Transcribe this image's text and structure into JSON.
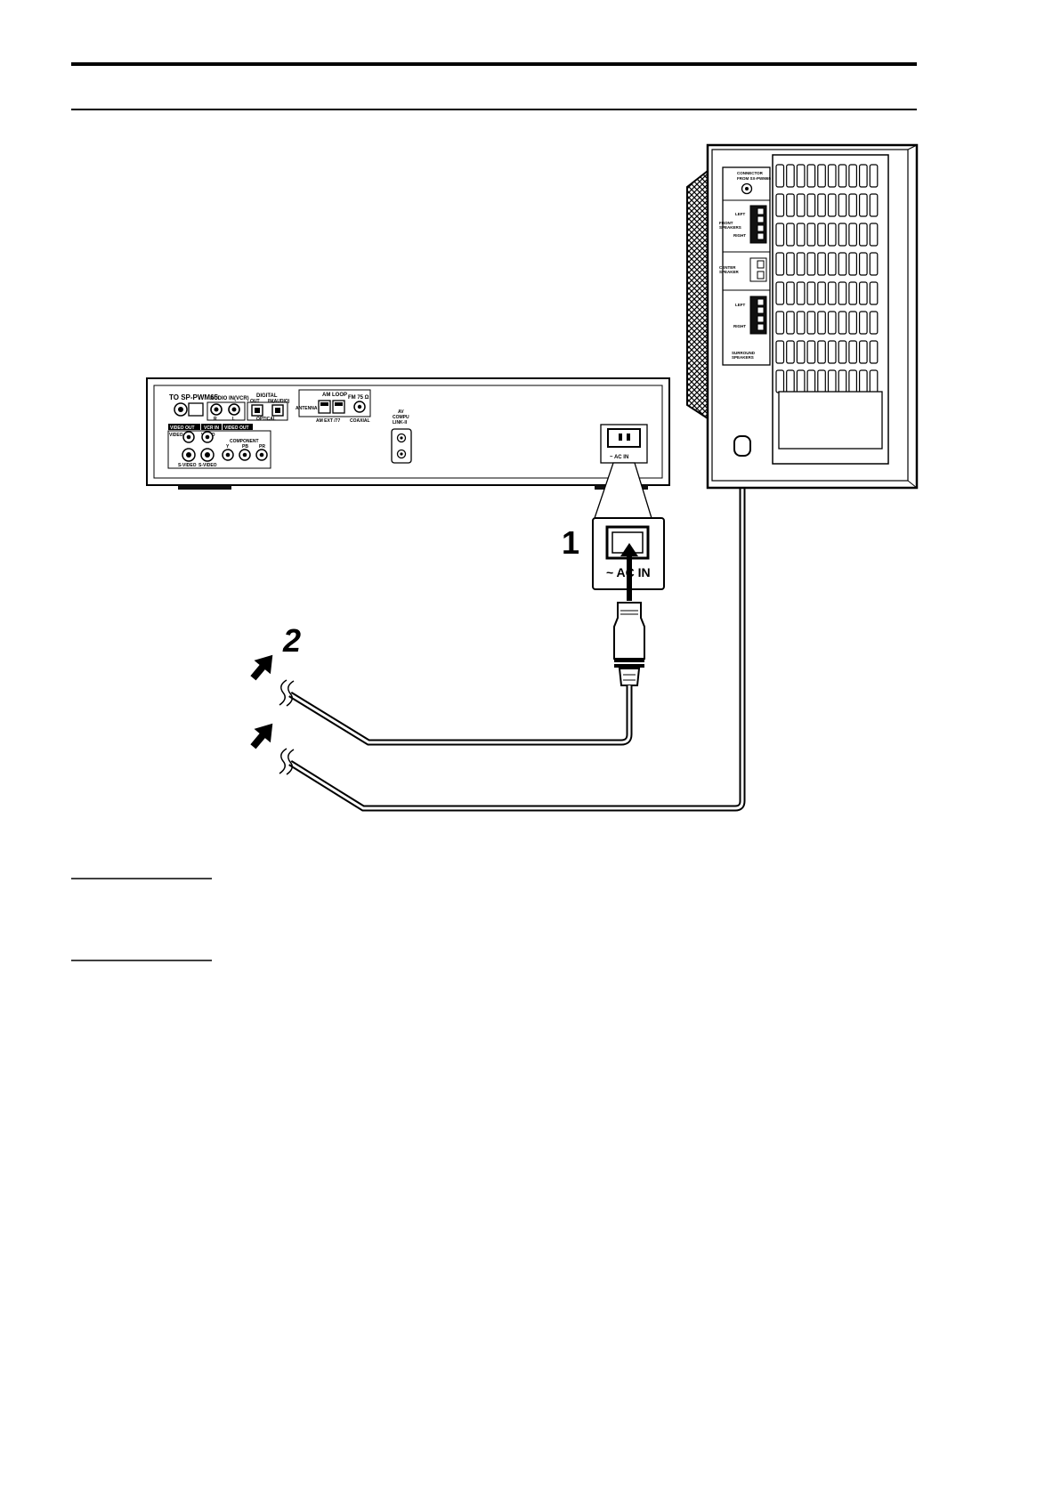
{
  "unit_labels": {
    "title": "TO SP-PWM65",
    "audio_in": "AUDIO IN(VCR)",
    "r": "R",
    "l": "L",
    "digital": "DIGITAL",
    "out": "OUT",
    "in_audio": "IN(AUDIO)",
    "optical": "OPTICAL",
    "am_loop": "AM LOOP",
    "fm75": "FM 75 Ω",
    "antenna": "ANTENNA",
    "am_ext": "AM EXT /77",
    "coaxial": "COAXIAL",
    "av_compu_1": "AV",
    "av_compu_2": "COMPU",
    "av_compu_3": "LINK-II",
    "video_out_a": "VIDEO OUT",
    "vcr_in": "VCR IN",
    "video_out_b": "VIDEO OUT",
    "video_a": "VIDEO",
    "video_b": "VIDEO",
    "component": "COMPONENT",
    "y": "Y",
    "pb": "PB",
    "pr": "PR",
    "svideo_a": "S-VIDEO",
    "svideo_b": "S-VIDEO",
    "ac_in": "~  AC IN"
  },
  "zoom": {
    "step_number": "1",
    "ac_in": "~   AC IN"
  },
  "step2": "2",
  "speaker_labels": {
    "connector_1": "CONNECTOR",
    "connector_2": "FROM SX-PWM65",
    "left_a": "LEFT",
    "front_1": "FRONT",
    "front_2": "SPEAKERS",
    "right_a": "RIGHT",
    "center_1": "CENTER",
    "center_2": "SPEAKER",
    "left_b": "LEFT",
    "right_b": "RIGHT",
    "surround_1": "SURROUND",
    "surround_2": "SPEAKERS"
  },
  "colors": {
    "ink": "#000000",
    "panel_fill": "#ffffff",
    "dark_fill": "#111111"
  }
}
